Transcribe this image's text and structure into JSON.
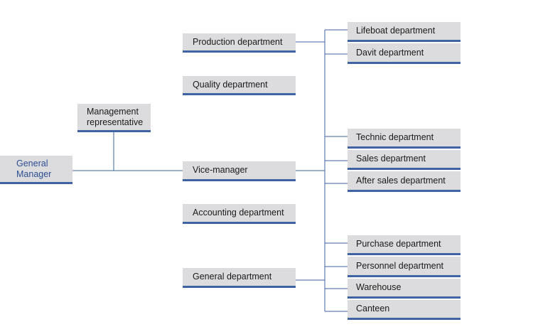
{
  "org_chart": {
    "general_manager": "General\nManager",
    "management_representative": "Management\nrepresentative",
    "departments": {
      "production": "Production department",
      "quality": "Quality department",
      "vice_manager": "Vice-manager",
      "accounting": "Accounting department",
      "general": "General department"
    },
    "production_units": {
      "lifeboat": "Lifeboat department",
      "davit": "Davit department"
    },
    "vice_manager_units": {
      "technic": "Technic department",
      "sales": "Sales department",
      "after_sales": "After sales department"
    },
    "general_units": {
      "purchase": "Purchase department",
      "personnel": "Personnel department",
      "warehouse": "Warehouse",
      "canteen": "Canteen"
    }
  },
  "colors": {
    "box_fill": "#dcdcde",
    "box_underline": "#3f63a3",
    "connector": "#3f63a3",
    "general_manager_text": "#2c4e92"
  }
}
